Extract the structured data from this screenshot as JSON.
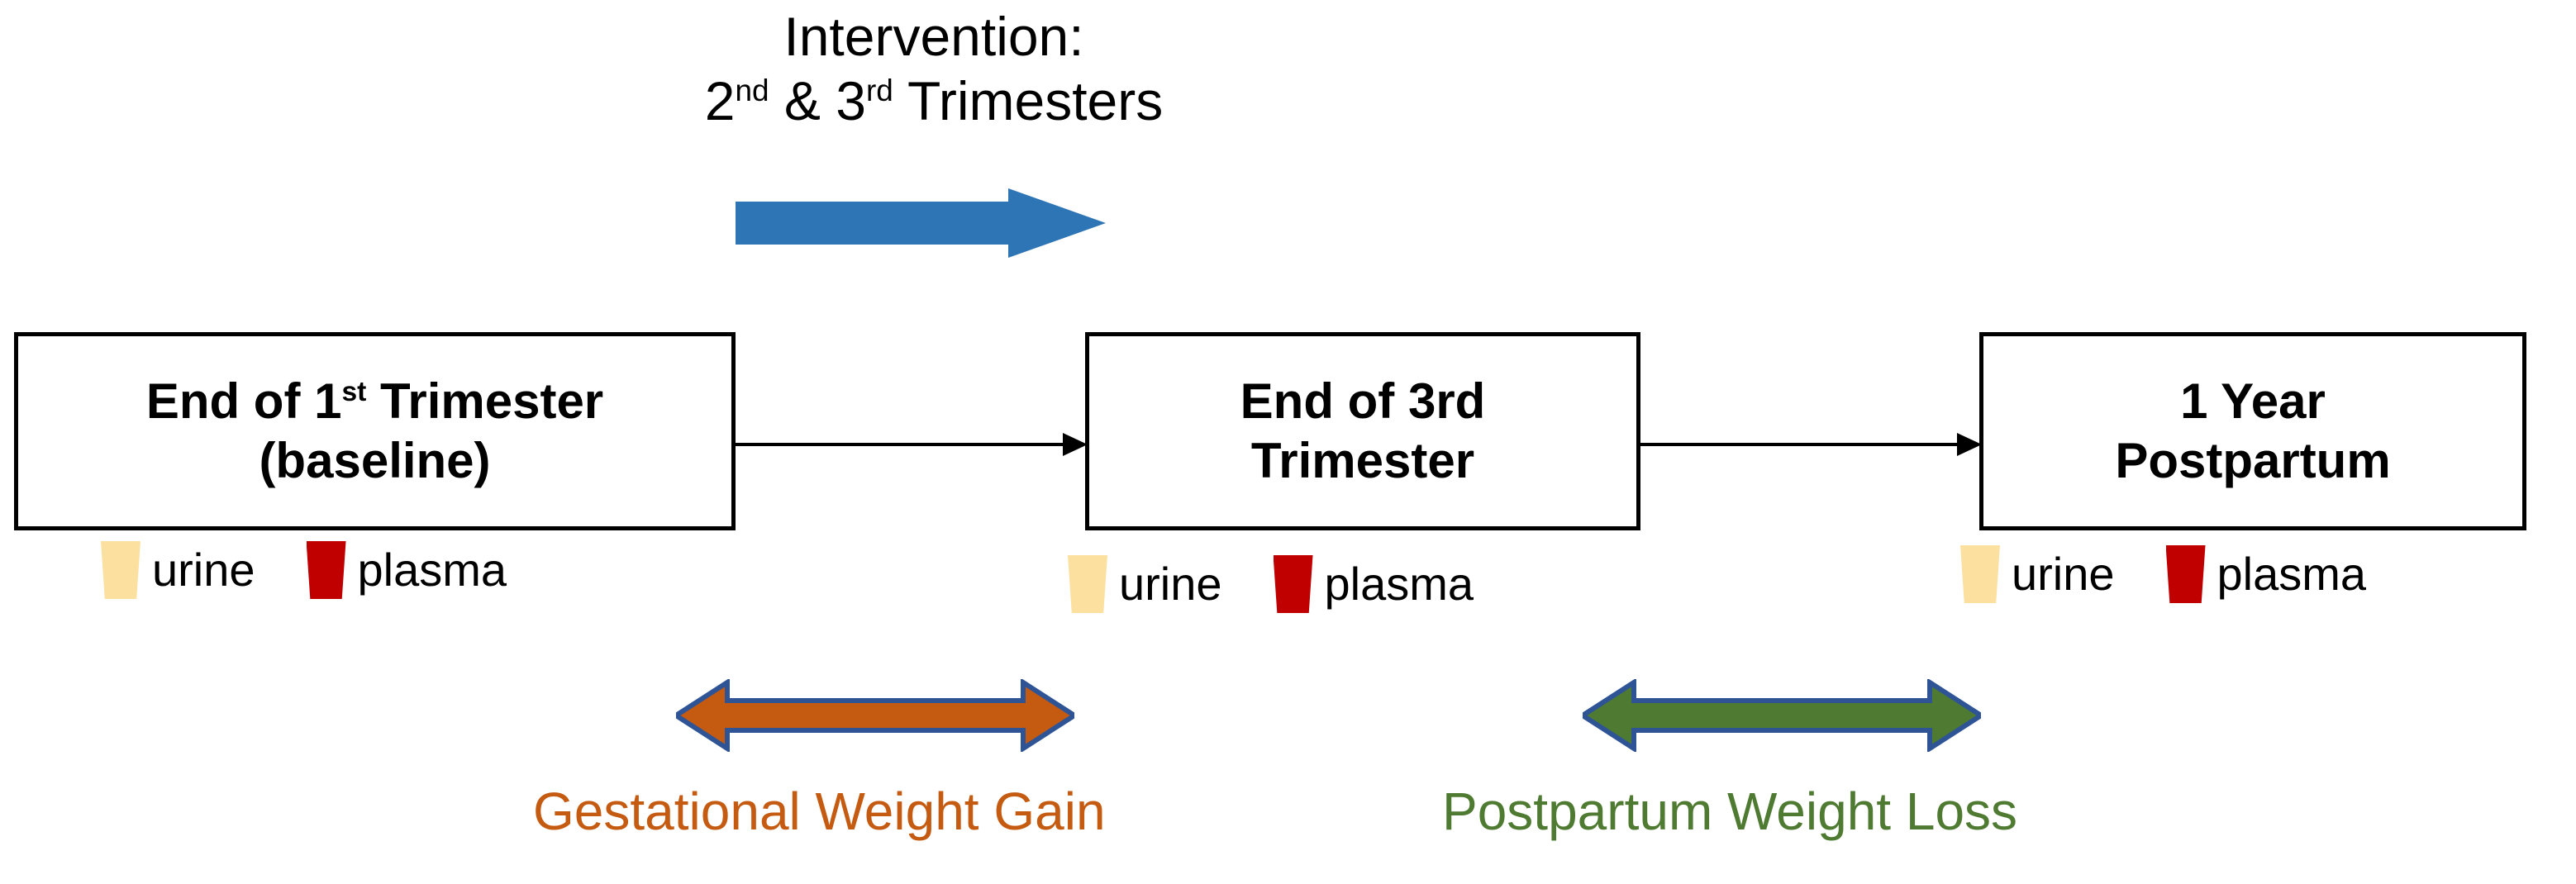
{
  "heading": {
    "line1": "Intervention:",
    "line2_pre": "2",
    "line2_sup1": "nd",
    "line2_mid": " & 3",
    "line2_sup2": "rd",
    "line2_post": " Trimesters"
  },
  "stages": [
    {
      "id": "stage-1",
      "line1_pre": "End of 1",
      "line1_sup": "st",
      "line1_post": " Trimester",
      "line2": "(baseline)"
    },
    {
      "id": "stage-2",
      "line1": "End of 3rd",
      "line2": "Trimester"
    },
    {
      "id": "stage-3",
      "line1": "1 Year",
      "line2": "Postpartum"
    }
  ],
  "samples": {
    "urine_label": "urine",
    "plasma_label": "plasma",
    "urine_color": "#FCE0A0",
    "plasma_color": "#C00000"
  },
  "measures": [
    {
      "id": "gestational-weight-gain",
      "label": "Gestational Weight Gain",
      "color": "#C55A11"
    },
    {
      "id": "postpartum-weight-loss",
      "label": "Postpartum Weight Loss",
      "color": "#4E7B31"
    }
  ],
  "colors": {
    "intervention_arrow": "#2E75B6",
    "arrow_outline": "#2F5496",
    "connector": "#000000",
    "box_border": "#000000",
    "background": "#FFFFFF"
  }
}
